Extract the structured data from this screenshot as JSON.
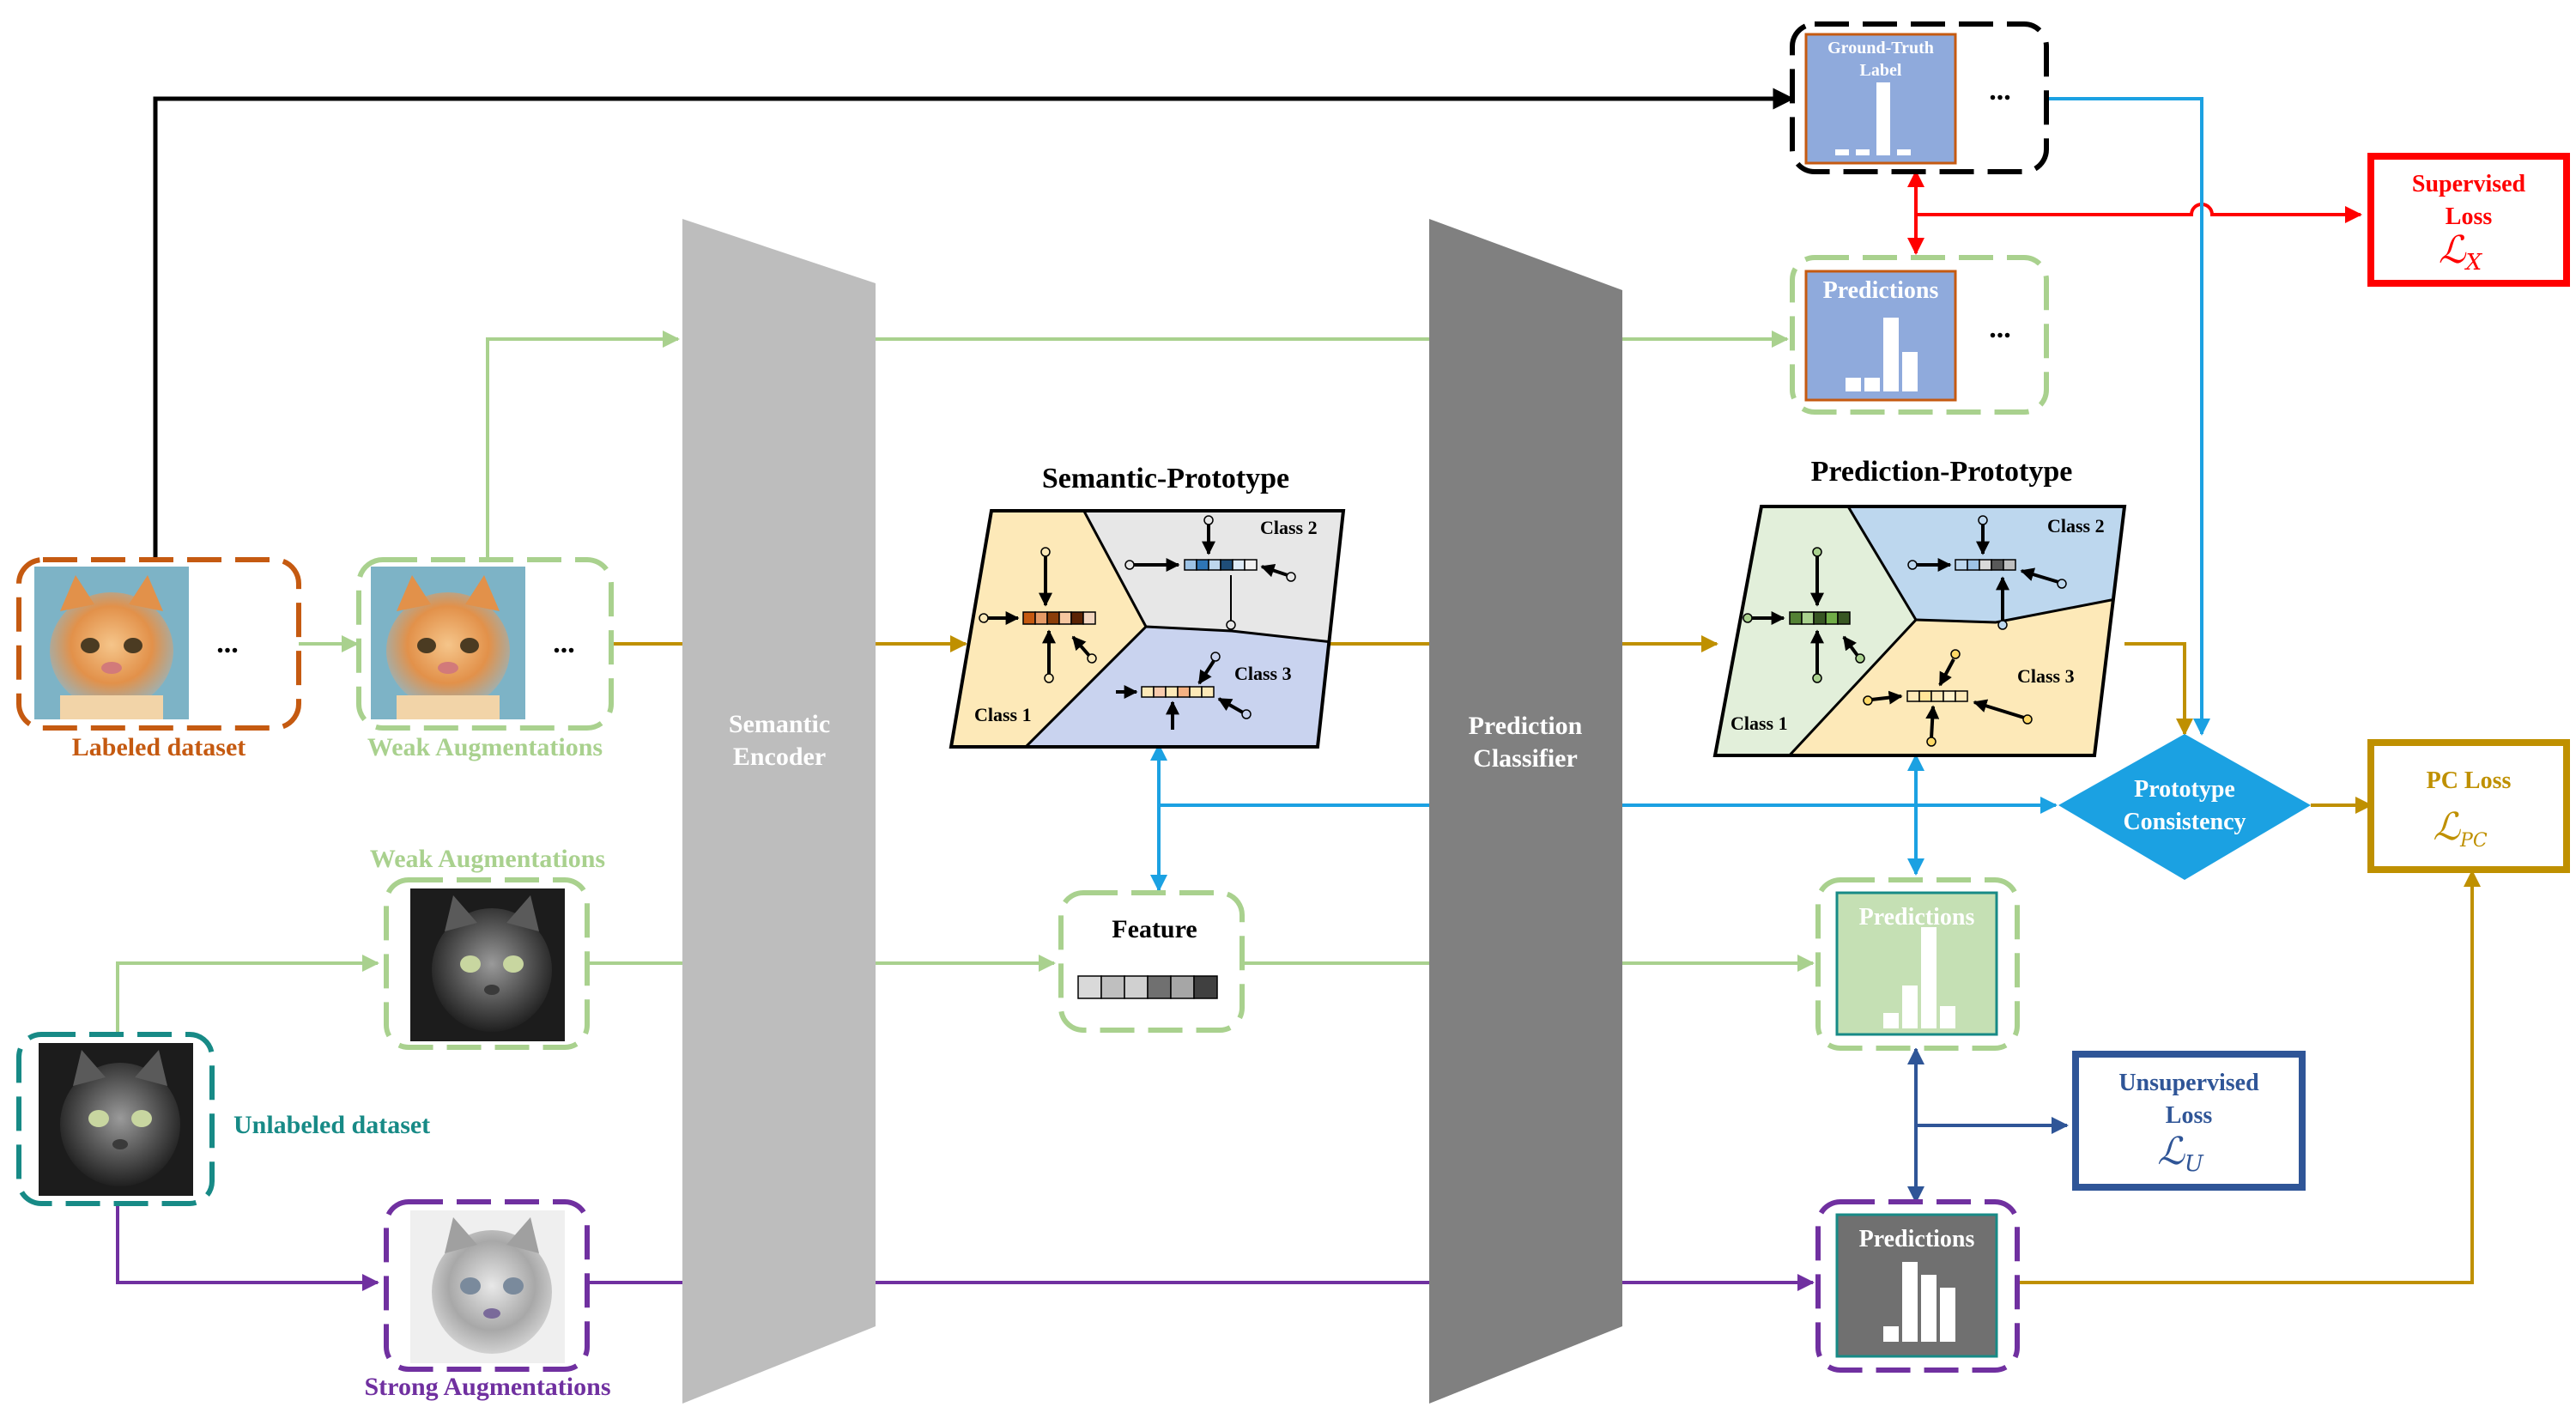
{
  "labeled_dataset": "Labeled dataset",
  "unlabeled_dataset": "Unlabeled dataset",
  "weak_augmentations_top": "Weak Augmentations",
  "weak_augmentations_bottom": "Weak Augmentations",
  "strong_augmentations": "Strong Augmentations",
  "ellipsis": "...",
  "ellipsis_b": "...",
  "ellipsis_c": "...",
  "ellipsis_d": "...",
  "semantic_encoder": [
    "Semantic",
    "Encoder"
  ],
  "prediction_classifier": [
    "Prediction",
    "Classifier"
  ],
  "semantic_prototype_title": "Semantic-Prototype",
  "prediction_prototype_title": "Prediction-Prototype",
  "class_labels": [
    "Class 1",
    "Class 2",
    "Class 3"
  ],
  "feature": "Feature",
  "ground_truth_label": [
    "Ground-Truth",
    "Label"
  ],
  "predictions": "Predictions",
  "supervised_loss": [
    "Supervised",
    "Loss"
  ],
  "supervised_symbol": "ℒ",
  "supervised_sub": "X",
  "unsupervised_loss": [
    "Unsupervised",
    "Loss"
  ],
  "unsupervised_symbol": "ℒ",
  "unsupervised_sub": "U",
  "pc_loss": "PC Loss",
  "pc_symbol": "ℒ",
  "pc_sub": "PC",
  "prototype_consistency": [
    "Prototype",
    "Consistency"
  ],
  "colors": {
    "labeled": "#c55a11",
    "weak": "#a9d18e",
    "unlabeled": "#178a86",
    "strong": "#7030a0",
    "gold": "#bf9000",
    "blue": "#1ba1e2",
    "red": "#ff0000",
    "navy": "#2f5597",
    "encoder": "#bdbdbd",
    "classifier": "#808080"
  }
}
